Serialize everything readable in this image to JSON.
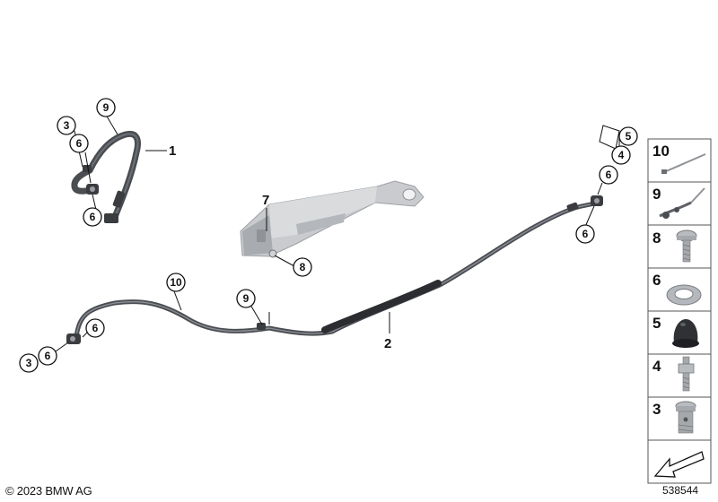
{
  "diagram": {
    "main_labels": [
      "1",
      "7",
      "2"
    ],
    "callouts": [
      "9",
      "3",
      "6",
      "6",
      "5",
      "4",
      "6",
      "6",
      "8",
      "10",
      "9",
      "6",
      "3",
      "6"
    ],
    "legend": [
      "10",
      "9",
      "8",
      "6",
      "5",
      "4",
      "3"
    ]
  },
  "footer": {
    "copyright": "© 2023 BMW AG",
    "diagram_id": "538544"
  },
  "colors": {
    "hose": "#4a4d52",
    "hose_dark": "#2b2d30",
    "bracket": "#c9cbce",
    "callout_stroke": "#111111"
  }
}
